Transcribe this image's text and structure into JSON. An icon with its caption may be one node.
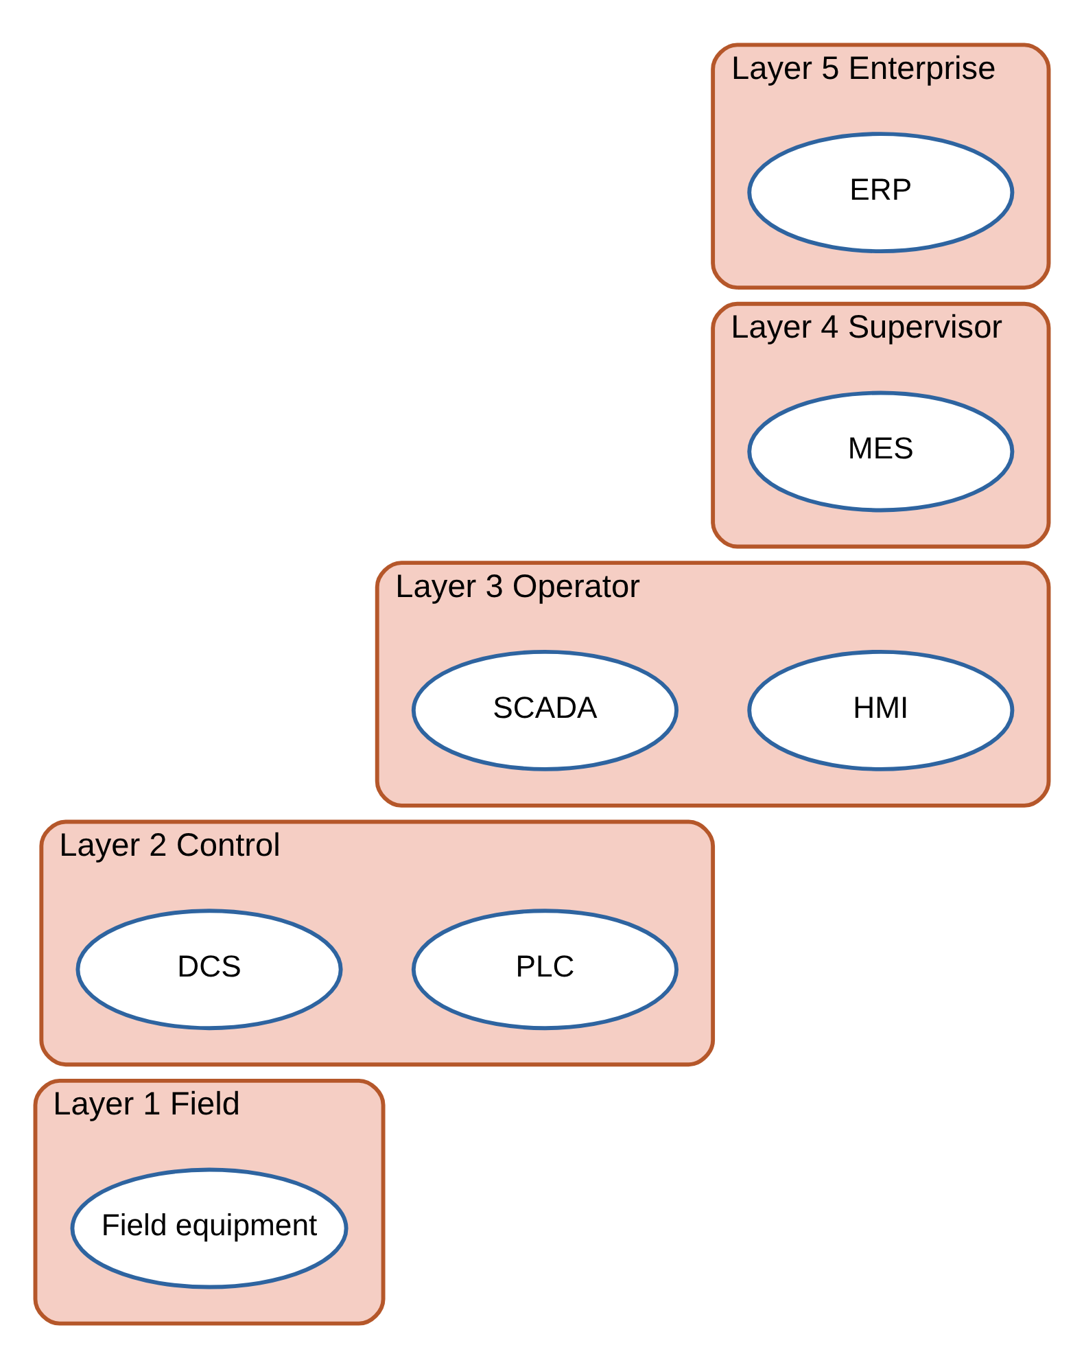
{
  "diagram": {
    "nodes": [
      {
        "text": [
          "Layer 5 Enterprise"
        ]
      },
      {
        "text": [
          "ERP"
        ],
        "in": 0
      },
      {
        "text": [
          "Layer 4 Supervisor"
        ]
      },
      {
        "text": [
          "MES"
        ],
        "in": 2
      },
      {
        "text": [
          "Layer 3 Operator"
        ]
      },
      {
        "text": [
          "HMI"
        ],
        "in": 4
      },
      {
        "text": [
          "SCADA"
        ],
        "in": 4
      },
      {
        "text": [
          "Layer 2 Control"
        ]
      },
      {
        "text": [
          "PLC"
        ],
        "in": 7
      },
      {
        "text": [
          "DCS"
        ],
        "in": 7
      },
      {
        "text": [
          "Layer 1 Field"
        ]
      },
      {
        "text": [
          "Field equipment"
        ],
        "in": 10
      }
    ],
    "edges": []
  }
}
